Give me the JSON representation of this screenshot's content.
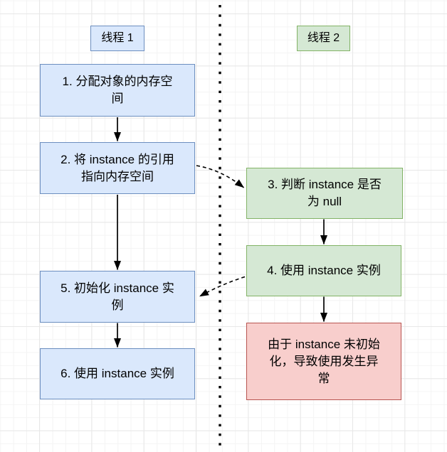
{
  "diagram": {
    "labels": {
      "thread1": "线程 1",
      "thread2": "线程 2"
    },
    "nodes": {
      "step1": "1. 分配对象的内存空\n间",
      "step2": "2. 将 instance 的引用\n指向内存空间",
      "step3": "3. 判断 instance 是否\n为 null",
      "step4": "4. 使用 instance 实例",
      "step5": "5. 初始化 instance 实\n例",
      "step6": "6. 使用 instance 实例",
      "error": "由于 instance 未初始\n化，导致使用发生异\n常"
    },
    "colors": {
      "thread1_fill": "#dae8fc",
      "thread1_border": "#6c8ebf",
      "thread2_fill": "#d5e8d4",
      "thread2_border": "#82b366",
      "error_fill": "#f8cecc",
      "error_border": "#b85450",
      "connector": "#000000"
    },
    "connectors": {
      "solid": [
        "step1→step2",
        "step2→step5",
        "step5→step6",
        "step3→step4",
        "step4→error"
      ],
      "dashed": [
        "step2→step3",
        "step4→step5"
      ],
      "divider": "dotted vertical line between thread 1 and thread 2"
    }
  }
}
